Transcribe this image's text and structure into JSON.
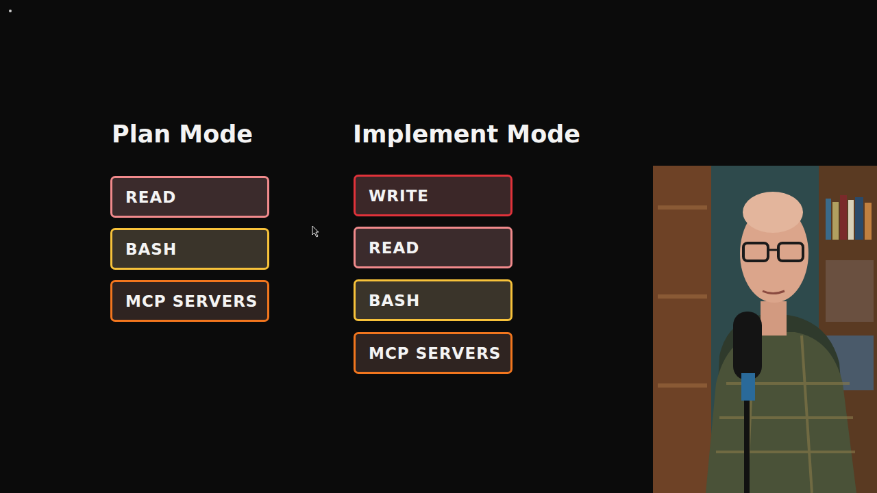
{
  "diagram": {
    "nodes": [
      {
        "text": [
          "READ"
        ]
      },
      {
        "text": [
          "BASH"
        ]
      },
      {
        "text": [
          "MCP SERVERS"
        ]
      },
      {
        "text": [
          "WRITE"
        ]
      },
      {
        "text": [
          "READ"
        ]
      },
      {
        "text": [
          "BASH"
        ]
      },
      {
        "text": [
          "MCP SERVERS"
        ]
      }
    ],
    "labels": [
      "Plan Mode",
      "Implement Mode"
    ]
  }
}
